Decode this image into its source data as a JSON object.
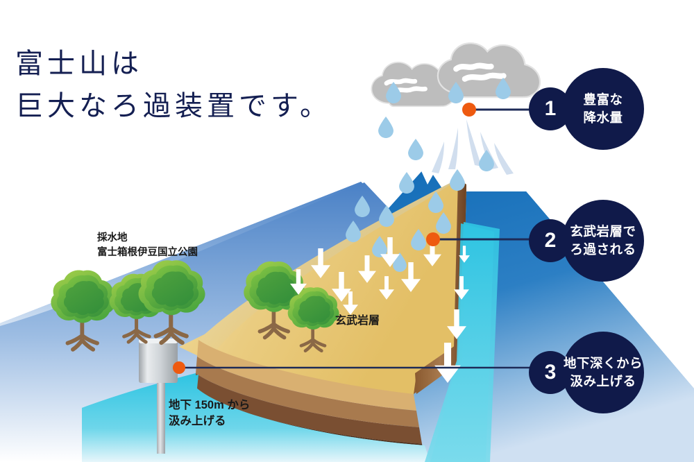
{
  "title": {
    "line1": "富士山は",
    "line2": "巨大なろ過装置です。",
    "color": "#141f52"
  },
  "labels": {
    "source": "採水地\n富士箱根伊豆国立公園",
    "basalt_layer": "玄武岩層",
    "depth": "地下 150m から\n汲み上げる"
  },
  "badges": [
    {
      "number": "1",
      "text": "豊富な\n降水量"
    },
    {
      "number": "2",
      "text": "玄武岩層で\nろ過される"
    },
    {
      "number": "3",
      "text": "地下深くから\n汲み上げる"
    }
  ],
  "colors": {
    "navy": "#101a4a",
    "marker_orange": "#ee5a10",
    "connector_line": "#1d2a57",
    "mountain_blue_top": "#0b68b5",
    "mountain_blue_deep": "#0a5ea8",
    "slope_blue": "#4f86c8",
    "snow_white": "#ffffff",
    "snow_shadow": "#c8d8ee",
    "cloud_gray": "#b9b9b9",
    "cloud_gray_light": "#cfcfcf",
    "raindrop_blue": "#9ccbe8",
    "aquifer_cyan": "#31c3e0",
    "basalt_sand": "#e8c87a",
    "basalt_sand_light": "#f0d795",
    "layer_tan": "#d9b071",
    "layer_brown_light": "#a87a4e",
    "layer_brown_mid": "#7a4f32",
    "layer_brown_dark": "#4a2a16",
    "tree_green_light": "#8cc63f",
    "tree_green_mid": "#4ca64c",
    "tree_green_dark": "#2e8b3a",
    "trunk_brown": "#8a6846",
    "well_silver": "#d9dcdf"
  },
  "elements": {
    "cloud_count": 2,
    "raindrop_count": 16,
    "infiltration_arrow_count": 9,
    "aquifer_arrow_count": 4,
    "tree_count": 5,
    "marker_dot_count": 3
  }
}
